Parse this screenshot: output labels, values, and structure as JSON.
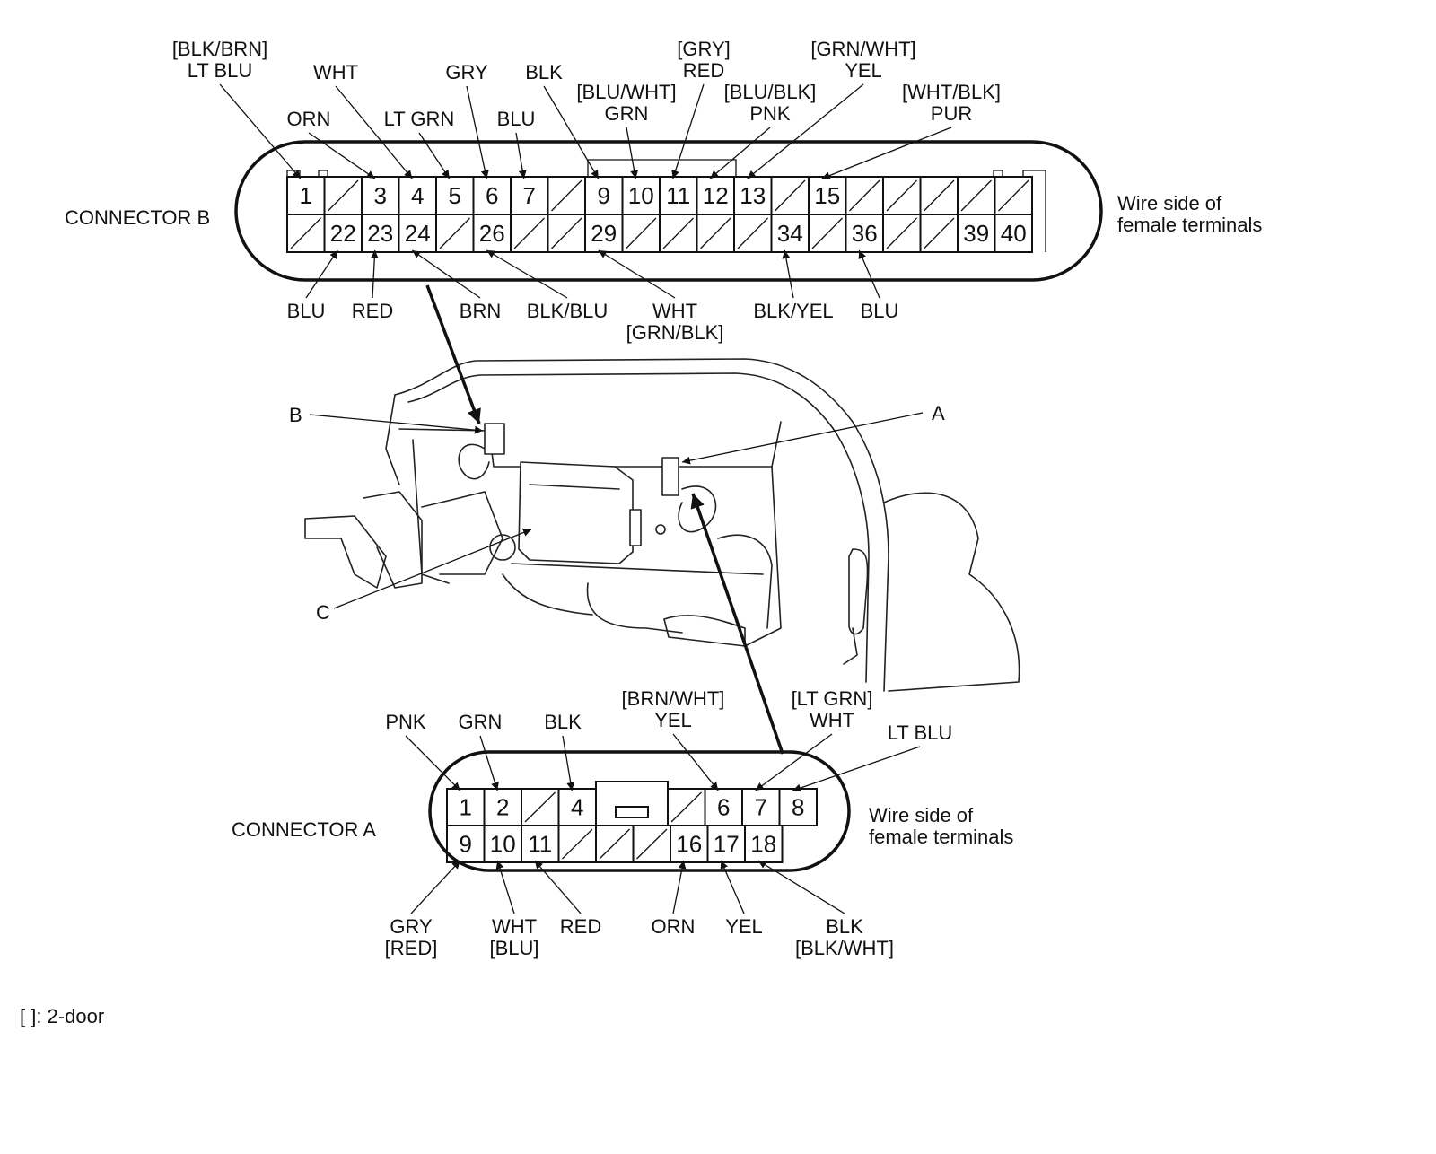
{
  "connector_b": {
    "title": "CONNECTOR B",
    "side_note_1": "Wire side of",
    "side_note_2": "female terminals",
    "top_row": [
      "1",
      "",
      "3",
      "4",
      "5",
      "6",
      "7",
      "",
      "9",
      "10",
      "11",
      "12",
      "13",
      "",
      "15",
      "",
      "",
      "",
      "",
      "",
      ""
    ],
    "bottom_row": [
      "",
      "22",
      "23",
      "24",
      "",
      "26",
      "",
      "",
      "29",
      "",
      "",
      "",
      "",
      "34",
      "",
      "36",
      "",
      "",
      "39",
      "40"
    ],
    "top_labels": [
      {
        "lines": [
          "[BLK/BRN]",
          "LT BLU"
        ],
        "pin": "1"
      },
      {
        "lines": [
          "ORN"
        ],
        "pin": "3"
      },
      {
        "lines": [
          "WHT"
        ],
        "pin": "4"
      },
      {
        "lines": [
          "LT GRN"
        ],
        "pin": "5"
      },
      {
        "lines": [
          "GRY"
        ],
        "pin": "6"
      },
      {
        "lines": [
          "BLU"
        ],
        "pin": "7"
      },
      {
        "lines": [
          "BLK"
        ],
        "pin": "9"
      },
      {
        "lines": [
          "[BLU/WHT]",
          "GRN"
        ],
        "pin": "10"
      },
      {
        "lines": [
          "[GRY]",
          "RED"
        ],
        "pin": "11"
      },
      {
        "lines": [
          "[BLU/BLK]",
          "PNK"
        ],
        "pin": "12"
      },
      {
        "lines": [
          "[GRN/WHT]",
          "YEL"
        ],
        "pin": "13"
      },
      {
        "lines": [
          "[WHT/BLK]",
          "PUR"
        ],
        "pin": "15"
      }
    ],
    "bottom_labels": [
      {
        "lines": [
          "BLU"
        ],
        "pin": "22"
      },
      {
        "lines": [
          "RED"
        ],
        "pin": "23"
      },
      {
        "lines": [
          "BRN"
        ],
        "pin": "24"
      },
      {
        "lines": [
          "BLK/BLU"
        ],
        "pin": "26"
      },
      {
        "lines": [
          "WHT",
          "[GRN/BLK]"
        ],
        "pin": "29"
      },
      {
        "lines": [
          "BLK/YEL"
        ],
        "pin": "34"
      },
      {
        "lines": [
          "BLU"
        ],
        "pin": "36"
      }
    ]
  },
  "connector_a": {
    "title": "CONNECTOR A",
    "side_note_1": "Wire side of",
    "side_note_2": "female terminals",
    "top_row": [
      "1",
      "2",
      "",
      "4",
      "",
      "6",
      "7",
      "8"
    ],
    "bottom_row": [
      "9",
      "10",
      "11",
      "",
      "",
      "",
      "16",
      "17",
      "18"
    ],
    "top_labels": [
      {
        "lines": [
          "PNK"
        ],
        "pin": "1"
      },
      {
        "lines": [
          "GRN"
        ],
        "pin": "2"
      },
      {
        "lines": [
          "BLK"
        ],
        "pin": "4"
      },
      {
        "lines": [
          "[BRN/WHT]",
          "YEL"
        ],
        "pin": "6"
      },
      {
        "lines": [
          "[LT GRN]",
          "WHT"
        ],
        "pin": "7"
      },
      {
        "lines": [
          "LT BLU"
        ],
        "pin": "8"
      }
    ],
    "bottom_labels": [
      {
        "lines": [
          "GRY",
          "[RED]"
        ],
        "pin": "9"
      },
      {
        "lines": [
          "WHT",
          "[BLU]"
        ],
        "pin": "10"
      },
      {
        "lines": [
          "RED"
        ],
        "pin": "11"
      },
      {
        "lines": [
          "ORN"
        ],
        "pin": "16"
      },
      {
        "lines": [
          "YEL"
        ],
        "pin": "17"
      },
      {
        "lines": [
          "BLK",
          "[BLK/WHT]"
        ],
        "pin": "18"
      }
    ]
  },
  "callouts": {
    "b": "B",
    "a": "A",
    "c": "C"
  },
  "footnote": "[ ]: 2-door"
}
